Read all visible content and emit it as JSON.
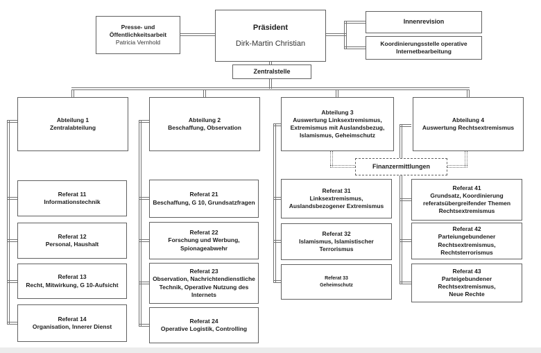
{
  "org": {
    "presse": {
      "title": "Presse- und\nÖffentlichkeitsarbeit",
      "person": "Patricia Vernhold"
    },
    "praesident": {
      "title": "Präsident",
      "person": "Dirk-Martin Christian"
    },
    "innenrevision": {
      "title": "Innenrevision"
    },
    "koordinierungsstelle": {
      "title": "Koordinierungsstelle operative\nInternetbearbeitung"
    },
    "zentralstelle": {
      "title": "Zentralstelle"
    },
    "finanzermittlungen": {
      "title": "Finanzermittlungen"
    },
    "abteilungen": [
      {
        "title": "Abteilung 1",
        "subtitle": "Zentralabteilung"
      },
      {
        "title": "Abteilung 2",
        "subtitle": "Beschaffung, Observation"
      },
      {
        "title": "Abteilung 3",
        "subtitle": "Auswertung Linksextremismus,\nExtremismus mit Auslandsbezug,\nIslamismus, Geheimschutz"
      },
      {
        "title": "Abteilung 4",
        "subtitle": "Auswertung Rechtsextremismus"
      }
    ],
    "referate": [
      {
        "title": "Referat 11",
        "subtitle": "Informationstechnik"
      },
      {
        "title": "Referat 12",
        "subtitle": "Personal, Haushalt"
      },
      {
        "title": "Referat 13",
        "subtitle": "Recht, Mitwirkung, G 10-Aufsicht"
      },
      {
        "title": "Referat 14",
        "subtitle": "Organisation, Innerer Dienst"
      },
      {
        "title": "Referat 21",
        "subtitle": "Beschaffung, G 10, Grundsatzfragen"
      },
      {
        "title": "Referat 22",
        "subtitle": "Forschung und Werbung,\nSpionageabwehr"
      },
      {
        "title": "Referat 23",
        "subtitle": "Observation, Nachrichtendienstliche\nTechnik, Operative Nutzung des\nInternets"
      },
      {
        "title": "Referat 24",
        "subtitle": "Operative Logistik, Controlling"
      },
      {
        "title": "Referat 31",
        "subtitle": "Linksextremismus,\nAuslandsbezogener Extremismus"
      },
      {
        "title": "Referat 32",
        "subtitle": "Islamismus, Islamistischer\nTerrorismus"
      },
      {
        "title": "Referat 33",
        "subtitle": "Geheimschutz"
      },
      {
        "title": "Referat 41",
        "subtitle": "Grundsatz, Koordinierung\nreferatsübergreifender Themen\nRechtsextremismus"
      },
      {
        "title": "Referat 42",
        "subtitle": "Parteiungebundener\nRechtsextremismus,\nRechtsterrorismus"
      },
      {
        "title": "Referat 43",
        "subtitle": "Parteigebundener\nRechtsextremismus,\nNeue Rechte"
      }
    ]
  },
  "colors": {
    "box_border": "#5f5f5f",
    "connector_line": "#707070",
    "text": "#1c1c1c",
    "bottom_bar": "#ececec",
    "background": "#ffffff"
  }
}
